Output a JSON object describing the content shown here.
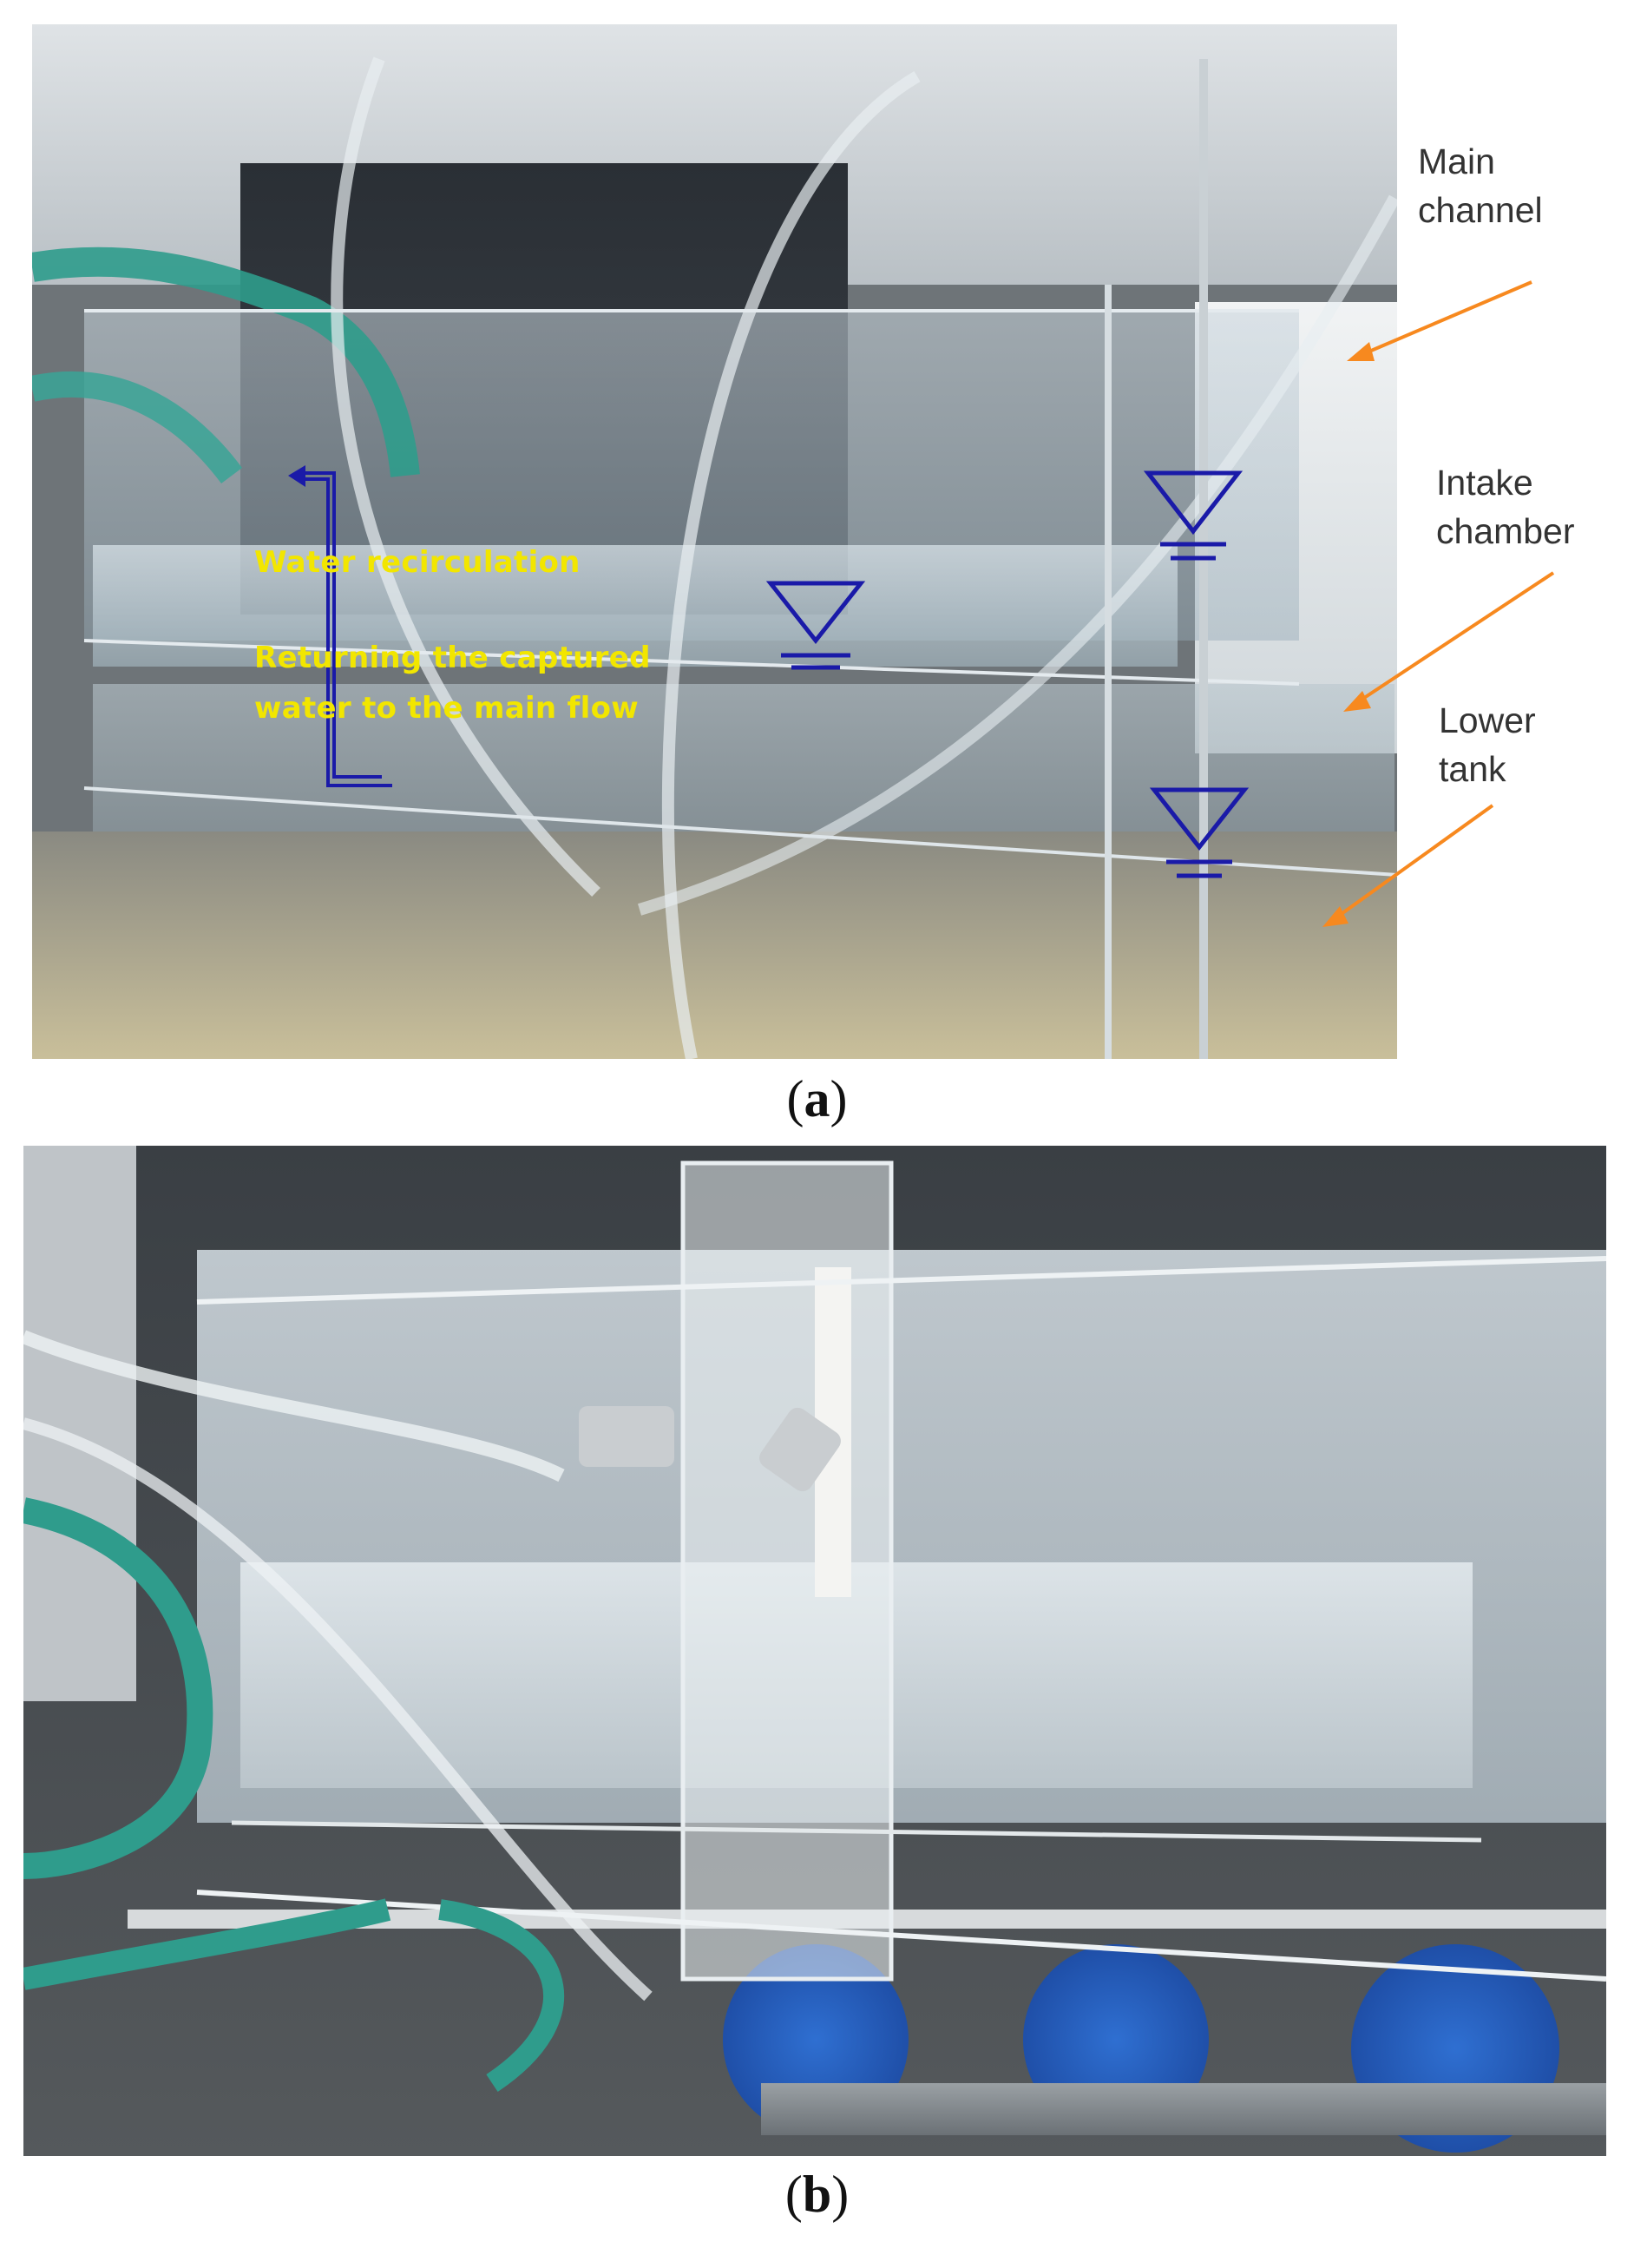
{
  "panels": {
    "a": {
      "label": "a",
      "labels": {
        "main_channel": [
          "Main",
          "channel"
        ],
        "intake_chamber": [
          "Intake",
          "chamber"
        ],
        "lower_tank": [
          "Lower",
          "tank"
        ]
      },
      "flow_text": {
        "recirculation": "Water recirculation",
        "returning_line1": "Returning the captured",
        "returning_line2": "water to the main flow"
      }
    },
    "b": {
      "label": "b"
    }
  },
  "colors": {
    "arrow": "#f7891f",
    "flow_text": "#f2e600",
    "symbol": "#1a1aa8"
  },
  "icons": {
    "water_level": "water-level-triangle-icon"
  }
}
